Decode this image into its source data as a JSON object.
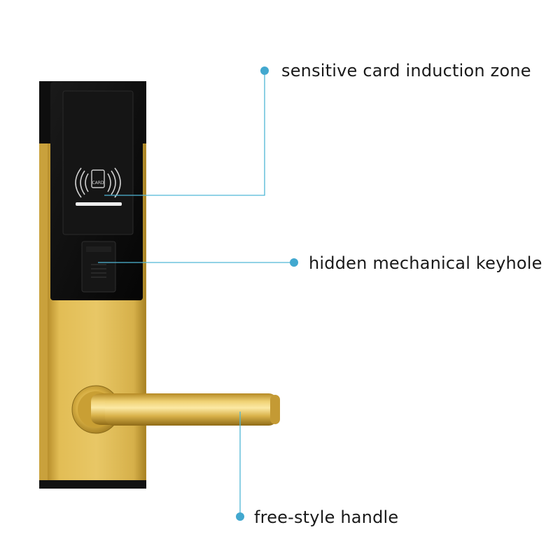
{
  "lock": {
    "card_icon_text": "CARD",
    "colors": {
      "panel_black": "#0d0d0d",
      "gold_light": "#e6c25a",
      "gold_mid": "#d4ad3f",
      "gold_dark": "#a88324",
      "callout_line": "#4fb7d6",
      "callout_dot": "#42a8cf"
    }
  },
  "callouts": [
    {
      "id": "card-zone",
      "label": "sensitive card induction zone"
    },
    {
      "id": "keyhole",
      "label": "hidden mechanical keyhole"
    },
    {
      "id": "handle",
      "label": "free-style handle"
    }
  ]
}
